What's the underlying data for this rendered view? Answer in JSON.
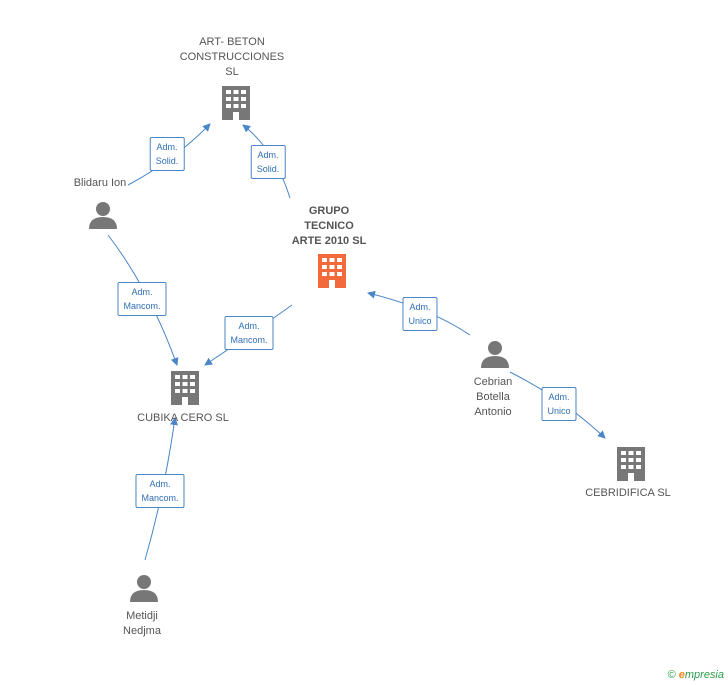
{
  "nodes": {
    "art_beton": {
      "lines": [
        "ART- BETON",
        "CONSTRUCCIONES",
        "SL"
      ],
      "kind": "company"
    },
    "grupo": {
      "lines": [
        "GRUPO",
        "TECNICO",
        "ARTE 2010 SL"
      ],
      "kind": "company-main"
    },
    "cubika": {
      "lines": [
        "CUBIKA CERO SL"
      ],
      "kind": "company"
    },
    "cebridifica": {
      "lines": [
        "CEBRIDIFICA SL"
      ],
      "kind": "company"
    },
    "blidaru": {
      "lines": [
        "Blidaru Ion"
      ],
      "kind": "person"
    },
    "cebrian": {
      "lines": [
        "Cebrian",
        "Botella",
        "Antonio"
      ],
      "kind": "person"
    },
    "metidji": {
      "lines": [
        "Metidji",
        "Nedjma"
      ],
      "kind": "person"
    }
  },
  "edges": [
    {
      "id": "blidaru-art",
      "lines": [
        "Adm.",
        "Solid."
      ]
    },
    {
      "id": "grupo-art",
      "lines": [
        "Adm.",
        "Solid."
      ]
    },
    {
      "id": "blidaru-cubika",
      "lines": [
        "Adm.",
        "Mancom."
      ]
    },
    {
      "id": "grupo-cubika",
      "lines": [
        "Adm.",
        "Mancom."
      ]
    },
    {
      "id": "cebrian-grupo",
      "lines": [
        "Adm.",
        "Unico"
      ]
    },
    {
      "id": "cebrian-cebridifica",
      "lines": [
        "Adm.",
        "Unico"
      ]
    },
    {
      "id": "metidji-cubika",
      "lines": [
        "Adm.",
        "Mancom."
      ]
    }
  ],
  "footer": {
    "copyright": "©",
    "brand_first": "e",
    "brand_rest": "mpresia"
  },
  "colors": {
    "company": "#777777",
    "main_company": "#f26a3b",
    "person": "#777777",
    "arrow": "#4a86c8"
  }
}
